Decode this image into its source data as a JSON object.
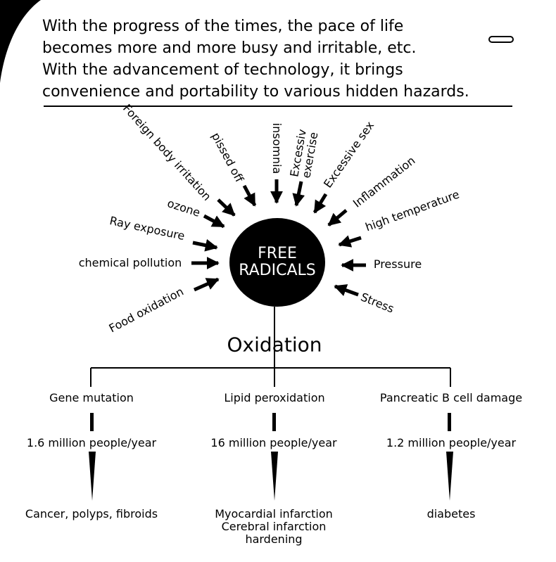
{
  "intro": {
    "lines": [
      "With the progress of the times, the pace of life",
      "becomes more and more busy and irritable, etc.",
      "With the advancement of technology, it brings",
      "convenience and portability to various hidden hazards."
    ]
  },
  "causes": {
    "foreign_body": "Foreign body irritation",
    "pissed_off": "pissed off",
    "insomnia": "insomnia",
    "exercise_1": "Excessiv",
    "exercise_2": "exercise",
    "sex": "Excessive sex",
    "inflammation": "Inflammation",
    "high_temp": "high temperature",
    "pressure": "Pressure",
    "stress": "Stress",
    "ozone": "ozone",
    "ray": "Ray exposure",
    "chemical": "chemical pollution",
    "food": "Food oxidation"
  },
  "core": {
    "line1": "FREE",
    "line2": "RADICALS"
  },
  "oxidation": "Oxidation",
  "branches": [
    {
      "effect": "Gene mutation",
      "count": "1.6 million people/year",
      "outcome": [
        "Cancer, polyps, fibroids"
      ]
    },
    {
      "effect": "Lipid peroxidation",
      "count": "16 million people/year",
      "outcome": [
        "Myocardial infarction",
        "Cerebral infarction",
        "hardening"
      ]
    },
    {
      "effect": "Pancreatic B cell damage",
      "count": "1.2 million people/year",
      "outcome": [
        "diabetes"
      ]
    }
  ]
}
